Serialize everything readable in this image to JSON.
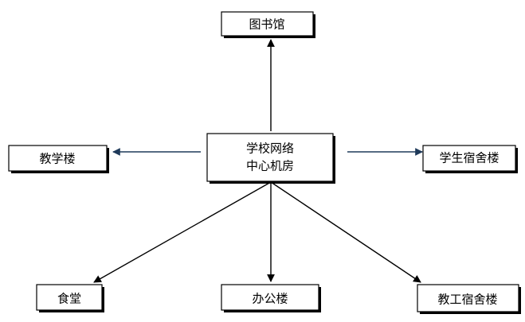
{
  "diagram": {
    "center": {
      "line1": "学校网络",
      "line2": "中心机房"
    },
    "nodes": {
      "library": "图书馆",
      "teaching_building": "教学楼",
      "student_dorm": "学生宿舍楼",
      "canteen": "食堂",
      "office_building": "办公楼",
      "staff_dorm": "教工宿舍楼"
    },
    "colors": {
      "dark_arrow": "#000000",
      "blue_arrow": "#1f3a5a"
    }
  }
}
